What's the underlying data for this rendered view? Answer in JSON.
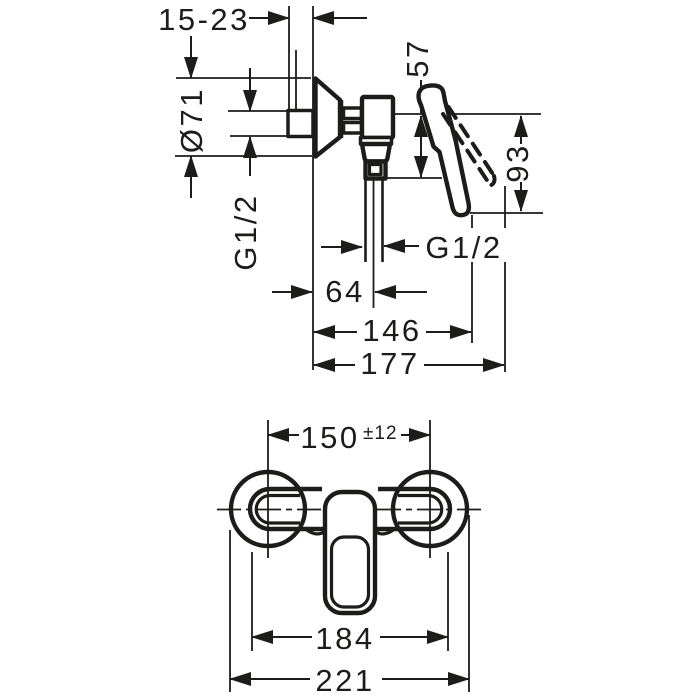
{
  "drawing": {
    "kind": "faucet-installation-dimension-drawing",
    "line_color": "#1c1c1a",
    "background": "#ffffff"
  },
  "side_view": {
    "dim_wall_depth": "15-23",
    "dim_escutcheon_diameter": "Ø71",
    "dim_wall_thread": "G1/2",
    "dim_top_to_outlet": "57",
    "dim_lever_height": "93",
    "dim_outlet_offset": "64",
    "dim_reach_lever": "146",
    "dim_reach_max": "177",
    "dim_outlet_thread": "G1/2"
  },
  "front_view": {
    "dim_center_distance": "150",
    "dim_center_tolerance": "±12",
    "dim_body_width": "184",
    "dim_overall_width": "221"
  }
}
